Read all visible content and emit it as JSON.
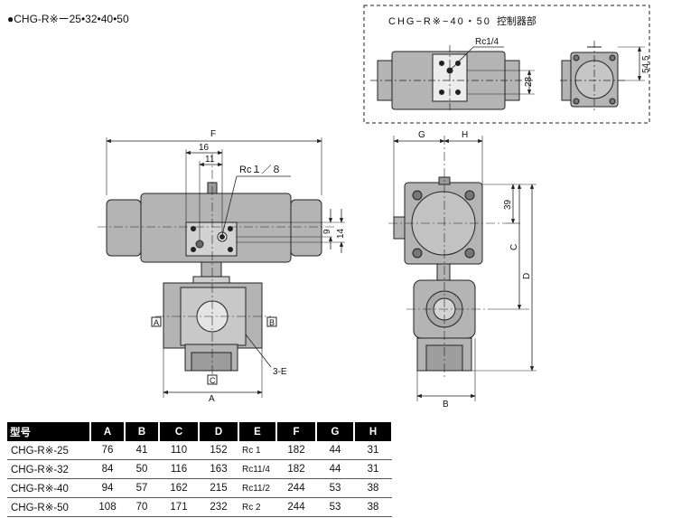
{
  "header": {
    "series_title": "●CHG-R※ー25•32•40•50",
    "inset_title": "CHG−R※−40・50",
    "inset_suffix": "控制器部"
  },
  "labels": {
    "rc18": "Rc１／８",
    "rc14": "Rc1/4",
    "dim_F": "F",
    "dim_16": "16",
    "dim_11": "11",
    "dim_9": "9",
    "dim_14": "14",
    "dim_3E": "3-E",
    "dim_A": "A",
    "dim_G": "G",
    "dim_H": "H",
    "dim_39": "39",
    "dim_C": "C",
    "dim_D": "D",
    "dim_B": "B",
    "dim_28": "28",
    "dim_545": "54.5",
    "port_A": "A",
    "port_B": "B",
    "port_C": "C"
  },
  "table": {
    "headers": [
      "型号",
      "A",
      "B",
      "C",
      "D",
      "E",
      "F",
      "G",
      "H"
    ],
    "rows": [
      {
        "model": "CHG-R※-25",
        "A": "76",
        "B": "41",
        "C": "110",
        "D": "152",
        "E": "Rc 1",
        "F": "182",
        "G": "44",
        "H": "31"
      },
      {
        "model": "CHG-R※-32",
        "A": "84",
        "B": "50",
        "C": "116",
        "D": "163",
        "E": "Rc11/4",
        "F": "182",
        "G": "44",
        "H": "31"
      },
      {
        "model": "CHG-R※-40",
        "A": "94",
        "B": "57",
        "C": "162",
        "D": "215",
        "E": "Rc11/2",
        "F": "244",
        "G": "53",
        "H": "38"
      },
      {
        "model": "CHG-R※-50",
        "A": "108",
        "B": "70",
        "C": "171",
        "D": "232",
        "E": "Rc 2",
        "F": "244",
        "G": "53",
        "H": "38"
      }
    ]
  },
  "colors": {
    "body_gray": "#b4b4b4",
    "dark_gray": "#7a7a7a",
    "line": "#222222"
  }
}
